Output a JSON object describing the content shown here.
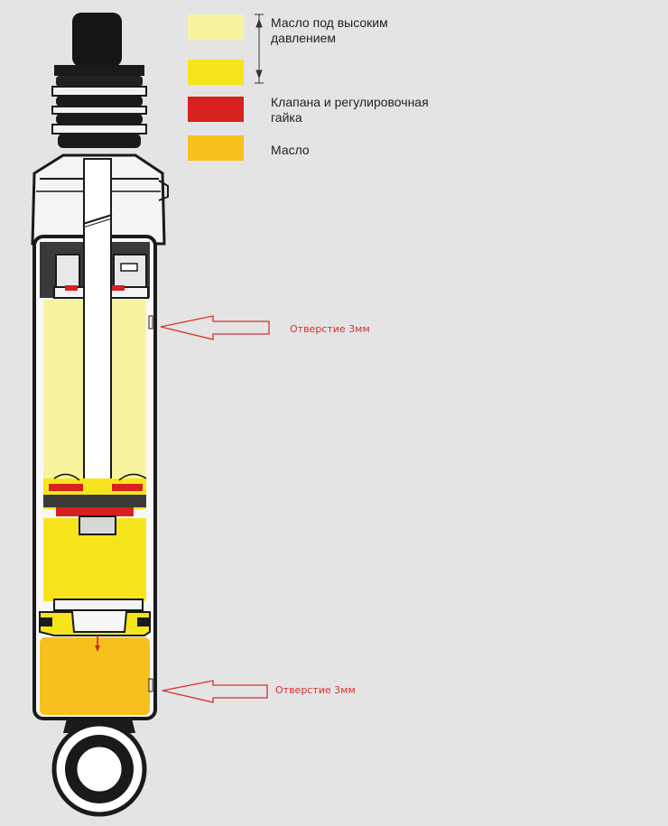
{
  "legend": {
    "items": [
      {
        "label": "Масло под высоким\nдавлением",
        "color": "#f7f4a0"
      },
      {
        "label": "",
        "color": "#f6e51c"
      },
      {
        "label": "Клапана и регулировочная\nгайка",
        "color": "#d8201e"
      },
      {
        "label": "Масло",
        "color": "#f7c01c"
      }
    ]
  },
  "callouts": [
    {
      "label": "Отверстие 3мм"
    },
    {
      "label": "Отверстие 3мм"
    }
  ],
  "colors": {
    "arrow": "#d63030",
    "outline": "#1a1a1a",
    "high_pressure_oil": "#f7f4a0",
    "compressed_oil": "#f6e51c",
    "valves": "#d8201e",
    "oil": "#f7c01c"
  }
}
